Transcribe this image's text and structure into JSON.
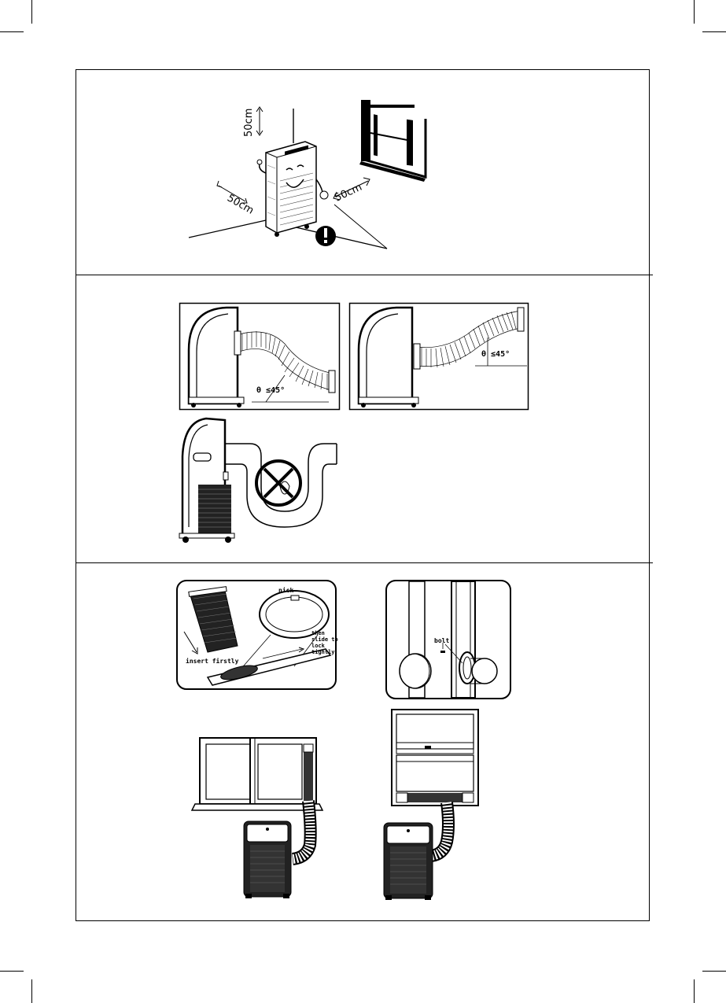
{
  "clearance": {
    "top_label": "50cm",
    "left_label": "50cm",
    "right_label": "50cm",
    "warning_symbol": "!"
  },
  "hose": {
    "angle_label_left": "θ ≤45°",
    "angle_label_right": "θ ≤45°"
  },
  "window_kit": {
    "nick_label": "nick",
    "slide_label_1": "then",
    "slide_label_2": "slide to",
    "slide_label_3": "lock",
    "slide_label_4": "tightly",
    "insert_label": "insert firstly",
    "bolt_label": "bolt"
  },
  "icons": {
    "warning": "warning-exclamation-icon",
    "prohibited": "prohibited-cross-icon"
  }
}
